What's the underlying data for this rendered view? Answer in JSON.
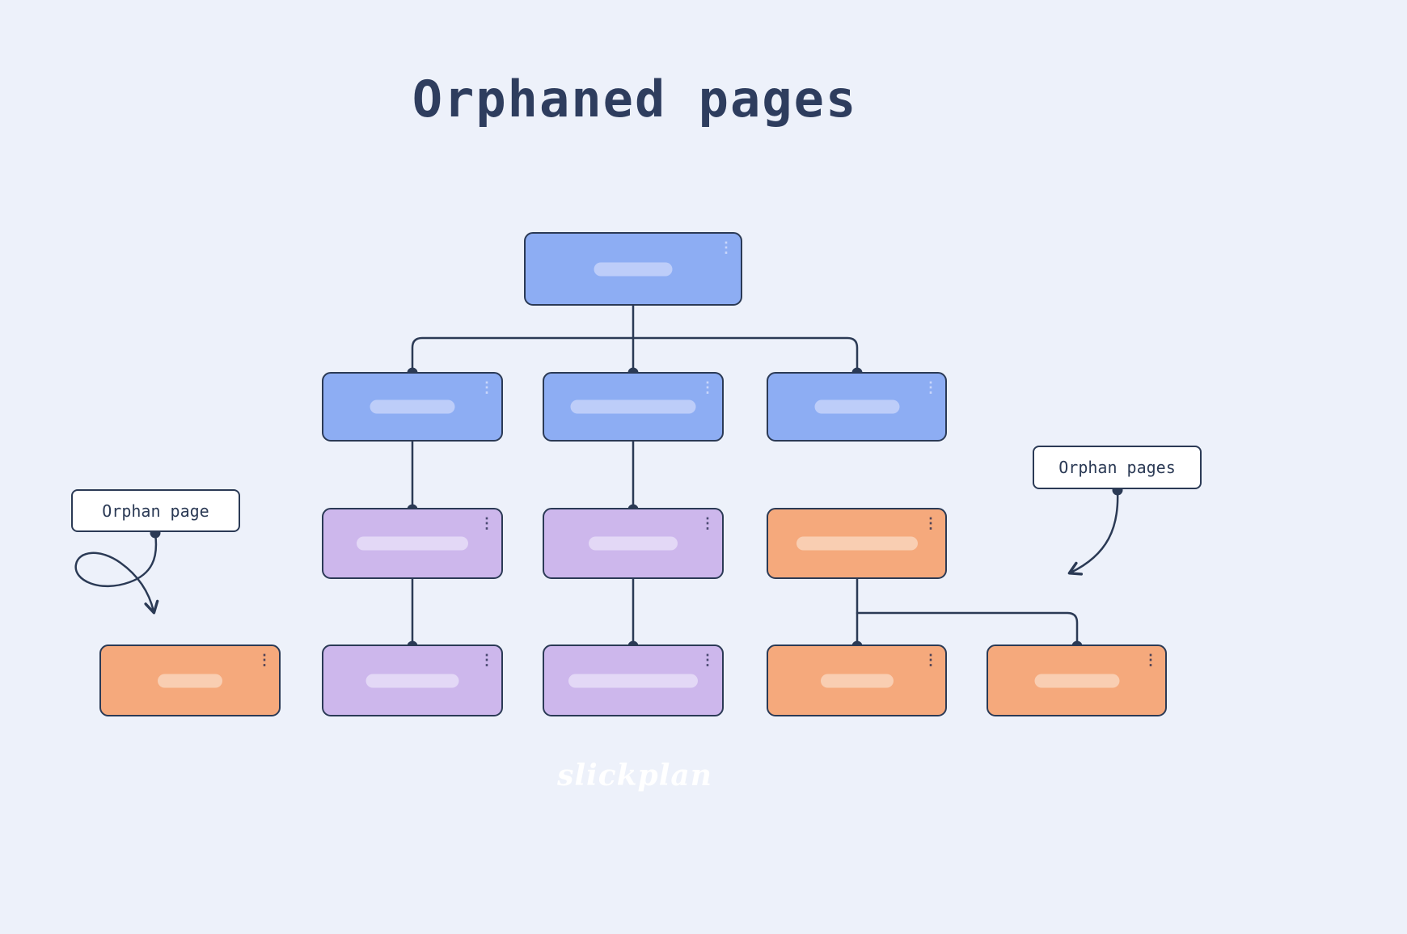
{
  "title": "Orphaned pages",
  "watermark": "slickplan",
  "annotations": {
    "orphan_page_label": "Orphan page",
    "orphan_pages_label": "Orphan pages"
  },
  "icons": {
    "kebab_menu": "⋮"
  },
  "colors": {
    "background": "#edf1fa",
    "line": "#2b3a55",
    "title_text": "#2e3d5e",
    "blue_node": "#8dadf3",
    "blue_placeholder": "#bdcdf9",
    "purple_node": "#cdb7ec",
    "purple_placeholder": "#e3d8f6",
    "orange_node": "#f5a97c",
    "orange_placeholder": "#f9ceb2",
    "annotation_background": "#ffffff"
  },
  "diagram": {
    "type": "sitemap-tree",
    "nodes": [
      {
        "id": "root",
        "level": 1,
        "color": "blue",
        "orphan": false
      },
      {
        "id": "level2-left",
        "level": 2,
        "color": "blue",
        "orphan": false
      },
      {
        "id": "level2-center",
        "level": 2,
        "color": "blue",
        "orphan": false
      },
      {
        "id": "level2-right",
        "level": 2,
        "color": "blue",
        "orphan": false
      },
      {
        "id": "level3-left",
        "level": 3,
        "color": "purple",
        "orphan": false
      },
      {
        "id": "level3-center",
        "level": 3,
        "color": "purple",
        "orphan": false
      },
      {
        "id": "level3-right",
        "level": 3,
        "color": "orange",
        "orphan": true
      },
      {
        "id": "level4-farleft",
        "level": 4,
        "color": "orange",
        "orphan": true
      },
      {
        "id": "level4-left",
        "level": 4,
        "color": "purple",
        "orphan": false
      },
      {
        "id": "level4-center",
        "level": 4,
        "color": "purple",
        "orphan": false
      },
      {
        "id": "level4-right",
        "level": 4,
        "color": "orange",
        "orphan": true
      },
      {
        "id": "level4-farright",
        "level": 4,
        "color": "orange",
        "orphan": true
      }
    ],
    "edges": [
      [
        "root",
        "level2-left"
      ],
      [
        "root",
        "level2-center"
      ],
      [
        "root",
        "level2-right"
      ],
      [
        "level2-left",
        "level3-left"
      ],
      [
        "level2-center",
        "level3-center"
      ],
      [
        "level3-left",
        "level4-left"
      ],
      [
        "level3-center",
        "level4-center"
      ],
      [
        "level3-right",
        "level4-right"
      ],
      [
        "level3-right",
        "level4-farright"
      ]
    ],
    "annotation_targets": [
      {
        "label": "Orphan page",
        "points_to": "level4-farleft"
      },
      {
        "label": "Orphan pages",
        "points_to": "level3-right cluster"
      }
    ]
  }
}
